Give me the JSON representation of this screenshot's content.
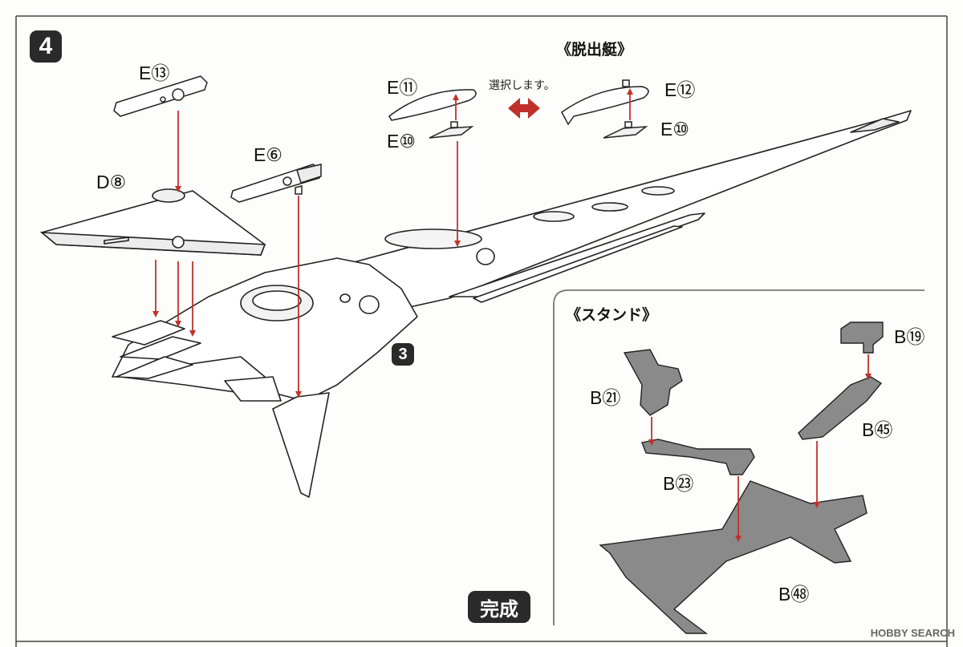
{
  "steps": {
    "main": "4",
    "sub": "3"
  },
  "labels": {
    "e13": "E⑬",
    "d8": "D⑧",
    "e6": "E⑥",
    "e11": "E⑪",
    "e10_left": "E⑩",
    "e12": "E⑫",
    "e10_right": "E⑩",
    "b19": "B⑲",
    "b21": "B㉑",
    "b45": "B㊺",
    "b23": "B㉓",
    "b48": "B㊽"
  },
  "select_text": "選択します。",
  "escape_craft_title": "《脱出艇》",
  "stand_title": "《スタンド》",
  "complete": "完成",
  "watermark": "HOBBY SEARCH",
  "colors": {
    "arrow": "#c0312b",
    "stand_part": "#8a8a8a",
    "line": "#222222"
  }
}
